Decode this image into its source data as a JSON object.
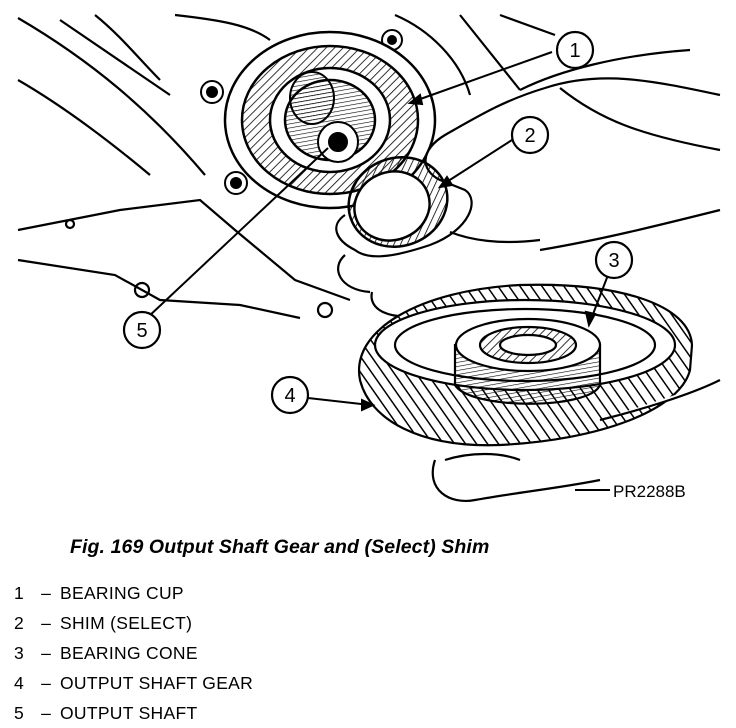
{
  "figure": {
    "code": "PR2288B",
    "caption": "Fig. 169 Output Shaft Gear and (Select) Shim"
  },
  "callouts": [
    {
      "number": "1"
    },
    {
      "number": "2"
    },
    {
      "number": "3"
    },
    {
      "number": "4"
    },
    {
      "number": "5"
    }
  ],
  "legend": [
    {
      "number": "1",
      "dash": "–",
      "label": "BEARING CUP"
    },
    {
      "number": "2",
      "dash": "–",
      "label": "SHIM (SELECT)"
    },
    {
      "number": "3",
      "dash": "–",
      "label": "BEARING CONE"
    },
    {
      "number": "4",
      "dash": "–",
      "label": "OUTPUT SHAFT GEAR"
    },
    {
      "number": "5",
      "dash": "–",
      "label": "OUTPUT SHAFT"
    }
  ]
}
